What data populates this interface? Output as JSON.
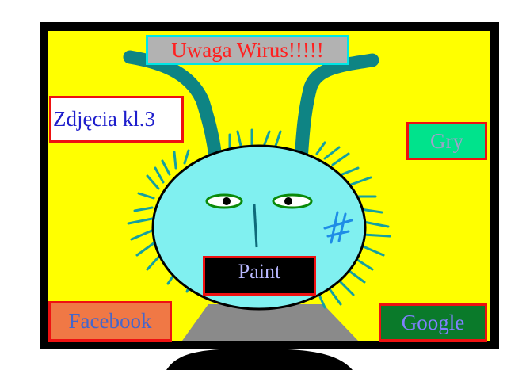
{
  "buttons": {
    "warning": "Uwaga Wirus!!!!!",
    "photos": "Zdjęcia kl.3",
    "games": "Gry",
    "paint": "Paint",
    "facebook": "Facebook",
    "google": "Google"
  },
  "colors": {
    "screen_background": "#ffff00",
    "monitor_frame": "#000000",
    "face": "#80f0f0",
    "antenna": "#0e8484",
    "eyes": "#0a8a0a",
    "spikes": "#14a0a0",
    "button_border": "#ee1111"
  },
  "icons": {
    "drawing": "virus-face-drawing",
    "stand": "monitor-stand"
  }
}
